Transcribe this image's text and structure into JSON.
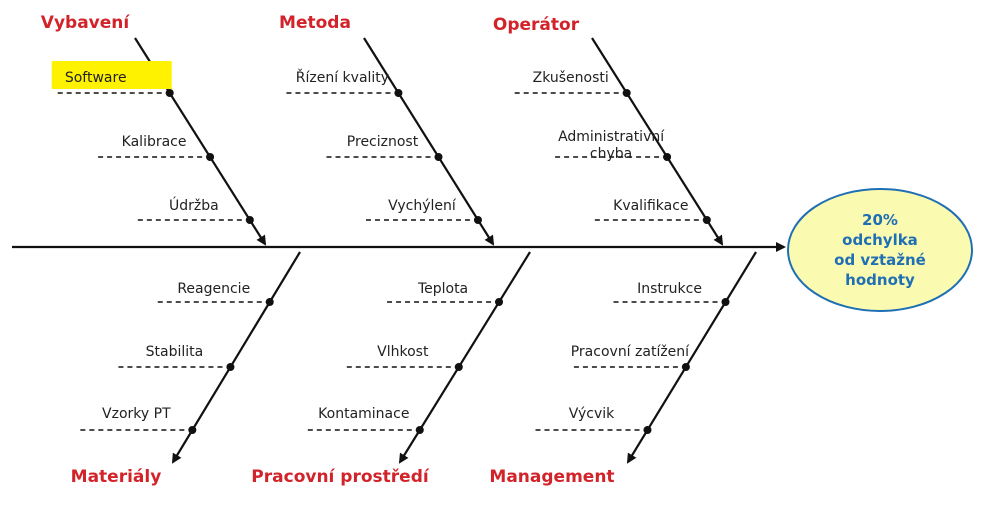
{
  "effect": {
    "lines": [
      "20%",
      "odchylka",
      "od vztažné",
      "hodnoty"
    ],
    "fill": "#fafab0",
    "stroke": "#1f6fb4",
    "text_color": "#1f6fb4"
  },
  "colors": {
    "category": "#d3232a",
    "highlight": "#fff200",
    "line": "#111111"
  },
  "categories": [
    {
      "id": "vybaveni",
      "title": "Vybavení",
      "side": "top",
      "causes": [
        {
          "label": [
            "Software"
          ],
          "highlight": true
        },
        {
          "label": [
            "Kalibrace"
          ]
        },
        {
          "label": [
            "Údržba"
          ]
        }
      ]
    },
    {
      "id": "metoda",
      "title": "Metoda",
      "side": "top",
      "causes": [
        {
          "label": [
            "Řízení  kvality"
          ]
        },
        {
          "label": [
            "Preciznost"
          ]
        },
        {
          "label": [
            "Vychýlení"
          ]
        }
      ]
    },
    {
      "id": "operator",
      "title": "Operátor",
      "side": "top",
      "causes": [
        {
          "label": [
            "Zkušenosti"
          ]
        },
        {
          "label": [
            "Administrativní",
            "chyba"
          ]
        },
        {
          "label": [
            "Kvalifikace"
          ]
        }
      ]
    },
    {
      "id": "materialy",
      "title": "Materiály",
      "side": "bottom",
      "causes": [
        {
          "label": [
            "Reagencie"
          ]
        },
        {
          "label": [
            "Stabilita"
          ]
        },
        {
          "label": [
            "Vzorky PT"
          ]
        }
      ]
    },
    {
      "id": "prostredi",
      "title": "Pracovní prostředí",
      "side": "bottom",
      "causes": [
        {
          "label": [
            "Teplota"
          ]
        },
        {
          "label": [
            "Vlhkost"
          ]
        },
        {
          "label": [
            "Kontaminace"
          ]
        }
      ]
    },
    {
      "id": "management",
      "title": "Management",
      "side": "bottom",
      "causes": [
        {
          "label": [
            "Instrukce"
          ]
        },
        {
          "label": [
            "Pracovní zatížení"
          ]
        },
        {
          "label": [
            "Výcvik"
          ]
        }
      ]
    }
  ]
}
